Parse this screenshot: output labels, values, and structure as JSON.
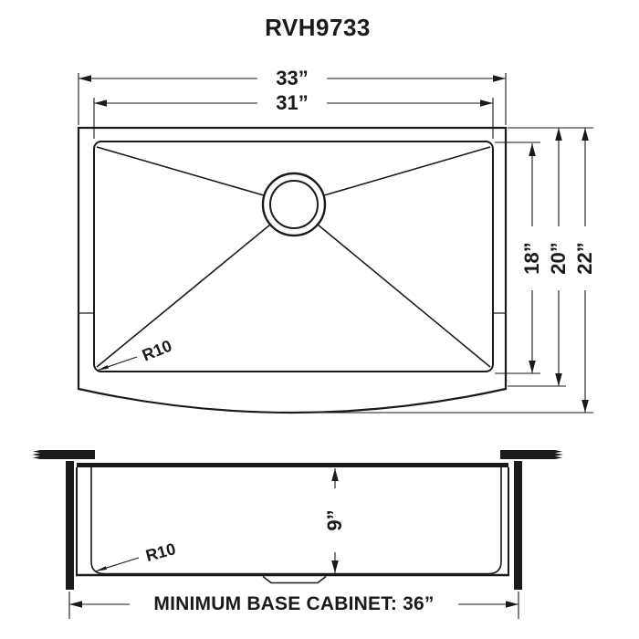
{
  "title": "RVH9733",
  "colors": {
    "ink": "#1a1a1a",
    "background": "#ffffff"
  },
  "top_view": {
    "outer_width": "33”",
    "inner_width": "31”",
    "bowl_front_to_back": "18”",
    "side_depth": "20”",
    "overall_depth": "22”",
    "corner_radius": "R10"
  },
  "side_view": {
    "bowl_depth": "9”",
    "corner_radius": "R10",
    "base_cabinet": "MINIMUM BASE CABINET: 36”"
  }
}
